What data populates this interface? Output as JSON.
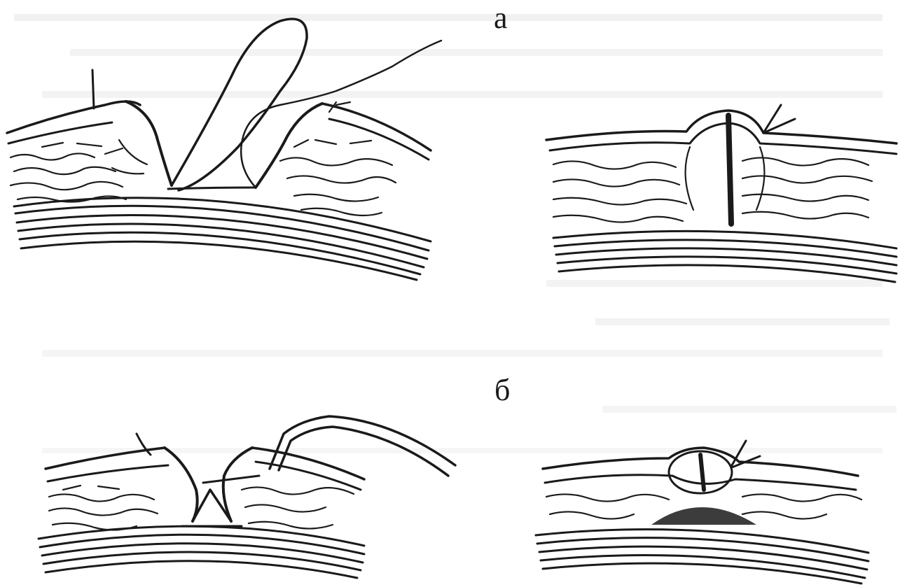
{
  "labels": {
    "panel_a": "а",
    "panel_b": "б"
  },
  "colors": {
    "ink": "#1a1a1a",
    "paper": "#ffffff",
    "show_through": "#c8c8c8"
  },
  "figures": [
    {
      "name": "figure-a-before"
    },
    {
      "name": "figure-a-after"
    },
    {
      "name": "figure-b-before"
    },
    {
      "name": "figure-b-after"
    }
  ]
}
